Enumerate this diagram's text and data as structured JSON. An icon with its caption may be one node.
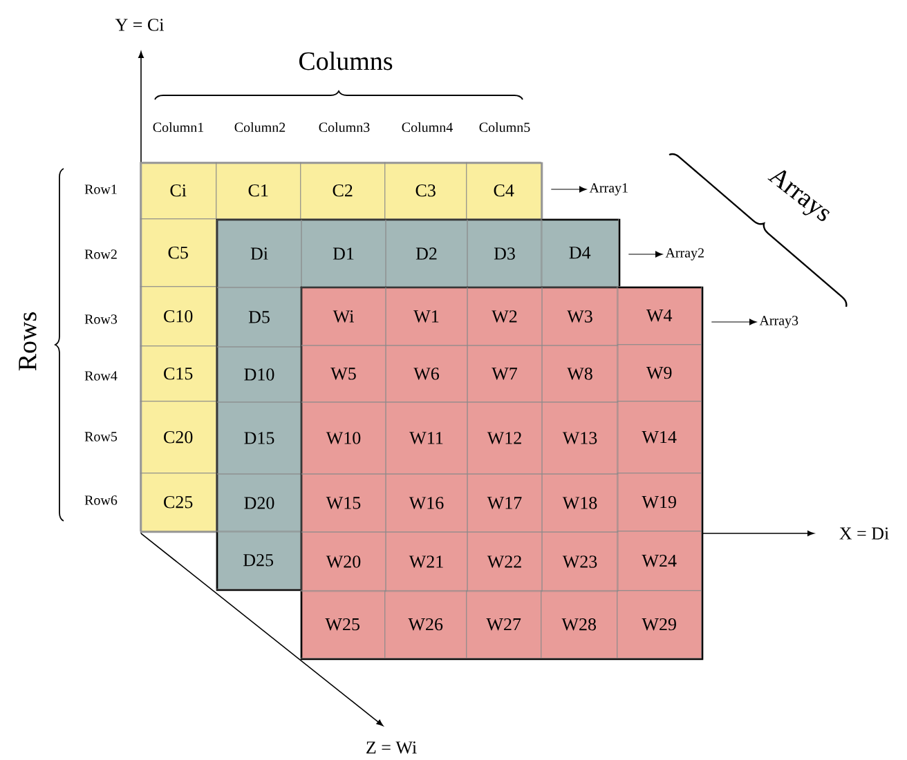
{
  "diagram": {
    "nodes": [
      {
        "text": [],
        "shape": "box"
      },
      {
        "text": [
          "Ci"
        ],
        "in": 0
      },
      {
        "text": [
          "C1"
        ],
        "in": 0
      },
      {
        "text": [
          "C2"
        ],
        "in": 0
      },
      {
        "text": [
          "C3"
        ],
        "in": 0
      },
      {
        "text": [
          "C4"
        ],
        "in": 0
      },
      {
        "text": [
          "C5"
        ],
        "in": 0
      },
      {
        "text": [
          "C10"
        ],
        "in": 0
      },
      {
        "text": [
          "C15"
        ],
        "in": 0
      },
      {
        "text": [
          "C20"
        ],
        "in": 0
      },
      {
        "text": [
          "C25"
        ],
        "in": 0
      },
      {
        "text": [],
        "shape": "box"
      },
      {
        "text": [
          "Di"
        ]
      },
      {
        "text": [
          "D1"
        ]
      },
      {
        "text": [
          "D2"
        ]
      },
      {
        "text": [
          "D3"
        ]
      },
      {
        "text": [
          "D4"
        ],
        "in": 11
      },
      {
        "text": [
          "D5"
        ]
      },
      {
        "text": [
          "D10"
        ]
      },
      {
        "text": [
          "D15"
        ]
      },
      {
        "text": [
          "D20"
        ]
      },
      {
        "text": [
          "D25"
        ],
        "in": 11
      },
      {
        "text": [],
        "shape": "box"
      },
      {
        "text": [
          "Wi"
        ]
      },
      {
        "text": [
          "W1"
        ]
      },
      {
        "text": [
          "W2"
        ]
      },
      {
        "text": [
          "W3"
        ]
      },
      {
        "text": [
          "W4"
        ],
        "in": 22
      },
      {
        "text": [
          "W5"
        ]
      },
      {
        "text": [
          "W6"
        ]
      },
      {
        "text": [
          "W7"
        ]
      },
      {
        "text": [
          "W8"
        ]
      },
      {
        "text": [
          "W9"
        ],
        "in": 22
      },
      {
        "text": [
          "W10"
        ]
      },
      {
        "text": [
          "W11"
        ]
      },
      {
        "text": [
          "W12"
        ]
      },
      {
        "text": [
          "W13"
        ]
      },
      {
        "text": [
          "W14"
        ],
        "in": 22
      },
      {
        "text": [
          "W15"
        ]
      },
      {
        "text": [
          "W16"
        ]
      },
      {
        "text": [
          "W17"
        ]
      },
      {
        "text": [
          "W18"
        ]
      },
      {
        "text": [
          "W19"
        ],
        "in": 22
      },
      {
        "text": [
          "W20"
        ]
      },
      {
        "text": [
          "W21"
        ]
      },
      {
        "text": [
          "W22"
        ]
      },
      {
        "text": [
          "W23"
        ]
      },
      {
        "text": [
          "W24"
        ],
        "in": 22
      },
      {
        "text": [
          "W25"
        ],
        "in": 22
      },
      {
        "text": [
          "W26"
        ],
        "in": 22
      },
      {
        "text": [
          "W27"
        ],
        "in": 22
      },
      {
        "text": [
          "W28"
        ],
        "in": 22
      },
      {
        "text": [
          "W29"
        ],
        "in": 22
      },
      {
        "text": [
          "Array1"
        ]
      },
      {
        "text": [
          "Array2"
        ]
      },
      {
        "text": [
          "Array3"
        ]
      }
    ],
    "edges": [
      {
        "from": 0,
        "to": 53,
        "arrow": "to"
      },
      {
        "from": 11,
        "to": 54,
        "arrow": "to"
      },
      {
        "from": 22,
        "to": 55,
        "arrow": "to"
      }
    ],
    "labels": [
      "Y = Ci",
      "Columns",
      "Column1",
      "Column2",
      "Column3",
      "Column4",
      "Column5",
      "Arrays",
      "Rows",
      "Row1",
      "Row2",
      "Row3",
      "Row4",
      "Row5",
      "Row6",
      "X = Di",
      "Z = Wi"
    ]
  }
}
